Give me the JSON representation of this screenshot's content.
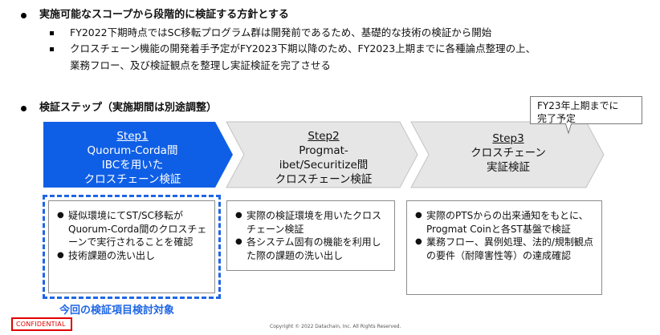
{
  "section1": {
    "heading": "実施可能なスコープから段階的に検証する方針とする",
    "subitems": [
      "FY2022下期時点ではSC移転プログラム群は開発前であるため、基礎的な技術の検証から開始",
      "クロスチェーン機能の開発着手予定がFY2023下期以降のため、FY2023上期までに各種論点整理の上、",
      "業務フロー、及び検証観点を整理し実証検証を完了させる"
    ]
  },
  "section2": {
    "heading": "検証ステップ（実施期間は別途調整）"
  },
  "note": {
    "line1": "FY23年上期までに",
    "line2": "完了予定"
  },
  "steps": [
    {
      "title": "Step1",
      "lines": [
        "Quorum-Corda間",
        "IBCを用いた",
        "クロスチェーン検証"
      ]
    },
    {
      "title": "Step2",
      "lines": [
        "Progmat-",
        "ibet/Securitize間",
        "クロスチェーン検証"
      ]
    },
    {
      "title": "Step3",
      "lines": [
        "クロスチェーン",
        "実証検証"
      ]
    }
  ],
  "boxes": [
    {
      "items": [
        "疑似環境にてST/SC移転が Quorum-Corda間のクロスチェーンで実行されることを確認",
        "技術課題の洗い出し"
      ]
    },
    {
      "items": [
        "実際の検証環境を用いたクロスチェーン検証",
        "各システム固有の機能を利用した際の課題の洗い出し"
      ]
    },
    {
      "items": [
        "実際のPTSからの出来通知をもとに、Progmat Coinと各ST基盤で検証",
        "業務フロー、異例処理、法的/規制観点の要件（耐障害性等）の達成確認"
      ]
    }
  ],
  "target_label": "今回の検証項目検討対象",
  "footer": {
    "confidential": "CONFIDENTIAL",
    "copyright": "Copyright © 2022 Datachain, Inc. All Rights Reserved."
  },
  "colors": {
    "step1_fill": "#0f5fe6",
    "step_gray": "#e6e6e6",
    "accent_blue": "#1f66e5",
    "confidential_red": "#e00000"
  }
}
